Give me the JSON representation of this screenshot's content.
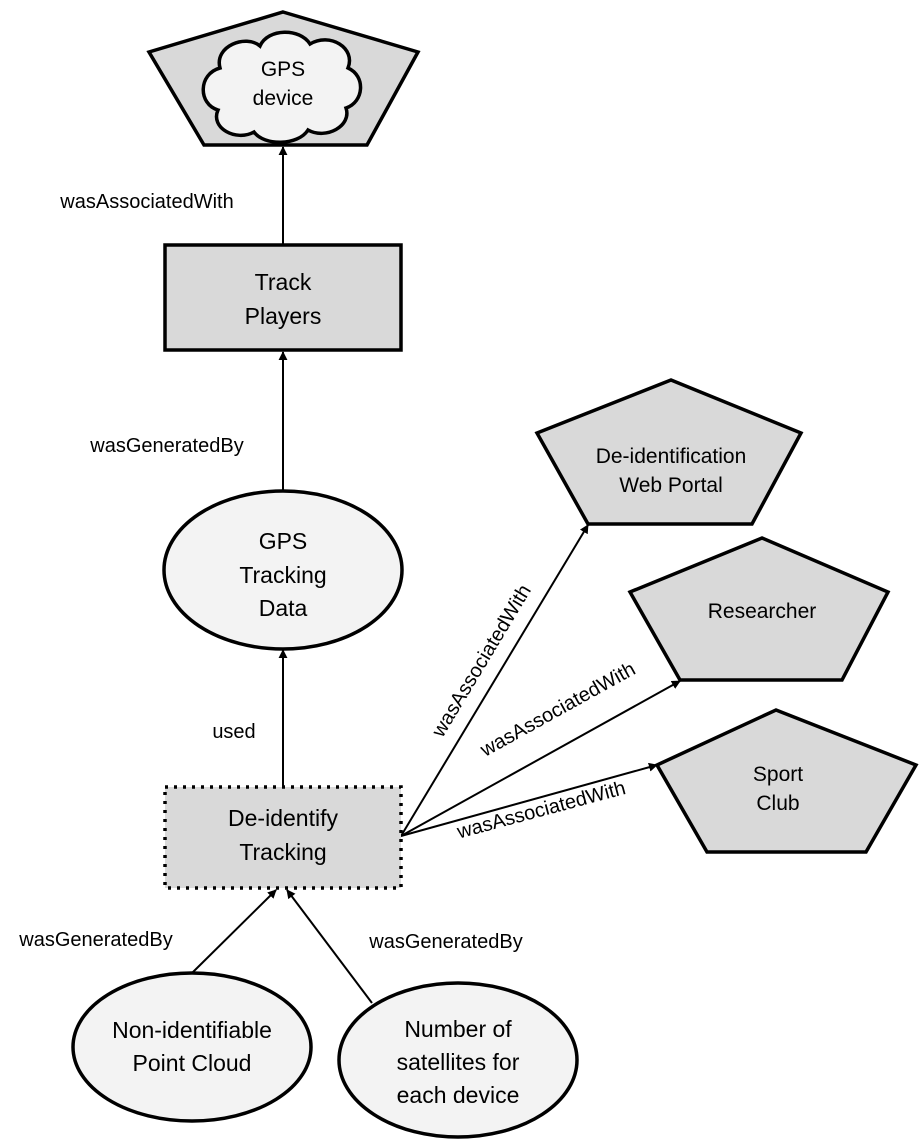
{
  "nodes": {
    "gps_device": {
      "line1": "GPS",
      "line2": "device"
    },
    "track_players": {
      "line1": "Track",
      "line2": "Players"
    },
    "gps_tracking_data": {
      "line1": "GPS",
      "line2": "Tracking",
      "line3": "Data"
    },
    "deidentify_tracking": {
      "line1": "De-identify",
      "line2": "Tracking"
    },
    "deid_web_portal": {
      "line1": "De-identification",
      "line2": "Web Portal"
    },
    "researcher": {
      "line1": "Researcher"
    },
    "sport_club": {
      "line1": "Sport",
      "line2": "Club"
    },
    "point_cloud": {
      "line1": "Non-identifiable",
      "line2": "Point Cloud"
    },
    "satellites": {
      "line1": "Number of",
      "line2": "satellites for",
      "line3": "each device"
    }
  },
  "edges": {
    "track_to_device": "wasAssociatedWith",
    "data_to_track": "wasGeneratedBy",
    "deid_to_data": "used",
    "deid_to_portal": "wasAssociatedWith",
    "deid_to_researcher": "wasAssociatedWith",
    "deid_to_club": "wasAssociatedWith",
    "cloud_to_deid": "wasGeneratedBy",
    "sat_to_deid": "wasGeneratedBy"
  },
  "colors": {
    "agent_fill": "#d9d9d9",
    "activity_fill": "#d9d9d9",
    "entity_fill": "#f3f3f3",
    "stroke": "#000000"
  }
}
